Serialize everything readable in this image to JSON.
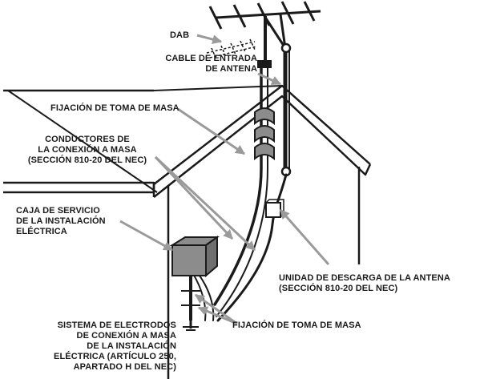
{
  "labels": {
    "dab": "DAB",
    "cable_entrada": "CABLE DE ENTRADA\nDE ANTENA",
    "fijacion_top": "FIJACIÓN DE TOMA DE MASA",
    "conductores": "CONDUCTORES DE\nLA CONEXIÓN A MASA\n(SECCIÓN 810-20 DEL NEC)",
    "caja_servicio": "CAJA DE SERVICIO\nDE LA INSTALACIÓN\nELÉCTRICA",
    "unidad_descarga": "UNIDAD DE DESCARGA DE LA ANTENA\n(SECCIÓN 810-20 DEL NEC)",
    "fijacion_bottom": "FIJACIÓN DE TOMA DE MASA",
    "sistema_electrodos": "SISTEMA DE ELECTRODOS\nDE CONEXIÓN A MASA\nDE LA INSTALACIÓN\nELÉCTRICA (ARTÍCULO 250,\nAPARTADO H DEL NEC)"
  },
  "colors": {
    "ink": "#1a1a1a",
    "leader": "#9a9a9a",
    "box": "#8c8c8c",
    "background": "#ffffff"
  }
}
